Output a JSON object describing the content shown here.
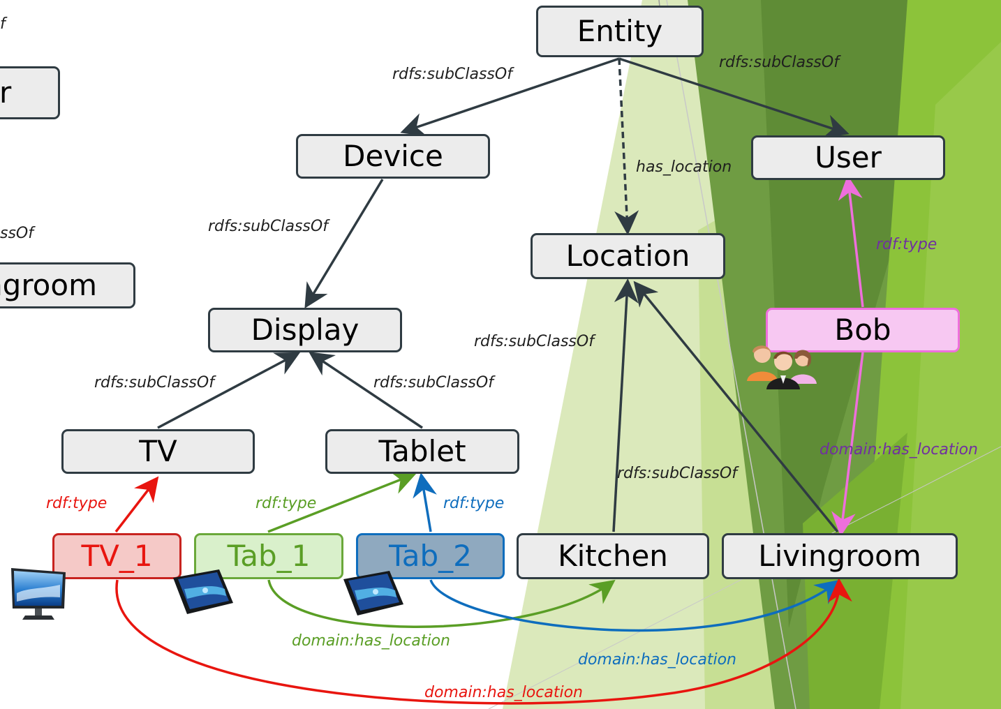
{
  "nodes": {
    "entity": "Entity",
    "device": "Device",
    "user": "User",
    "location": "Location",
    "display": "Display",
    "bob": "Bob",
    "tv": "TV",
    "tablet": "Tablet",
    "tv_1": "TV_1",
    "tab_1": "Tab_1",
    "tab_2": "Tab_2",
    "kitchen": "Kitchen",
    "livingroom": "Livingroom",
    "left_partial_1": "r",
    "left_partial_2": "ngroom"
  },
  "edge_labels": {
    "entity_device": "rdfs:subClassOf",
    "entity_user": "rdfs:subClassOf",
    "entity_location": "has_location",
    "device_display": "rdfs:subClassOf",
    "kitchen_location": "rdfs:subClassOf",
    "tv_display": "rdfs:subClassOf",
    "tablet_display": "rdfs:subClassOf",
    "livingroom_location": "rdfs:subClassOf",
    "bob_user": "rdf:type",
    "bob_livingroom": "domain:has_location",
    "tv1_tv": "rdf:type",
    "tab1_tablet": "rdf:type",
    "tab2_tablet": "rdf:type",
    "tab1_kitchen": "domain:has_location",
    "tab2_livingroom": "domain:has_location",
    "tv1_livingroom": "domain:has_location",
    "left_partial_top": "f",
    "left_partial_mid": "ssOf"
  },
  "colors": {
    "dark": "#2f3b42",
    "red": "#e8150f",
    "green": "#5a9e25",
    "blue": "#0e6dbd",
    "pink": "#ee6fdc",
    "purple": "#7030a0",
    "bg_green_dark": "#5e8e3a",
    "bg_green_light": "#8cc33a"
  },
  "icons": [
    "monitor-icon",
    "tablet-icon",
    "tablet-icon",
    "users-icon"
  ]
}
